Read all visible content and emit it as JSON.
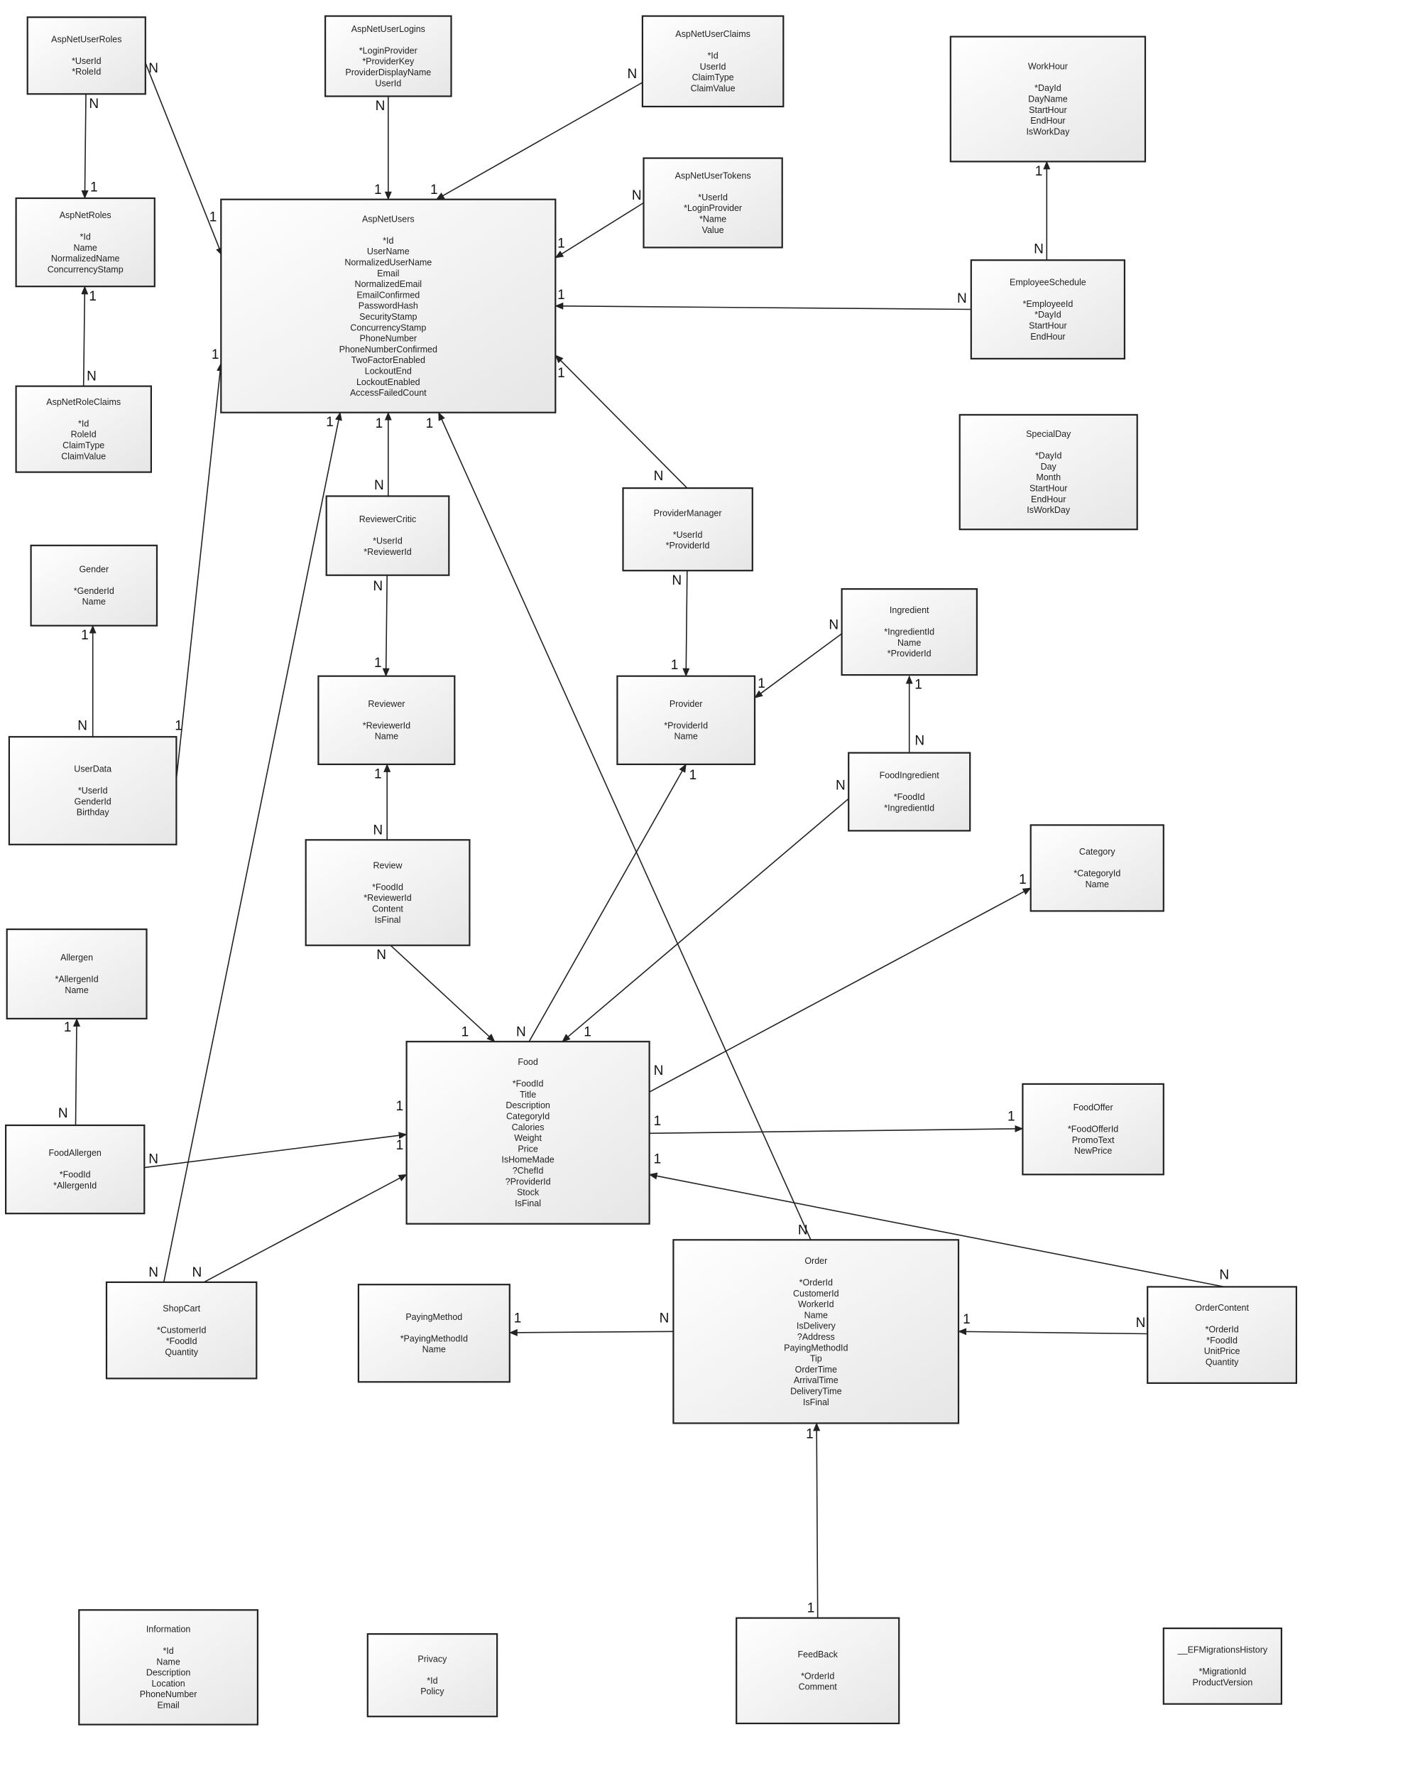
{
  "entities": [
    {
      "id": "AspNetUserRoles",
      "title": "AspNetUserRoles",
      "fields": [
        "*UserId",
        "*RoleId"
      ]
    },
    {
      "id": "AspNetUserLogins",
      "title": "AspNetUserLogins",
      "fields": [
        "*LoginProvider",
        "*ProviderKey",
        "ProviderDisplayName",
        "UserId"
      ]
    },
    {
      "id": "AspNetUserClaims",
      "title": "AspNetUserClaims",
      "fields": [
        "*Id",
        "UserId",
        "ClaimType",
        "ClaimValue"
      ]
    },
    {
      "id": "WorkHour",
      "title": "WorkHour",
      "fields": [
        "*DayId",
        "DayName",
        "StartHour",
        "EndHour",
        "IsWorkDay"
      ]
    },
    {
      "id": "AspNetRoles",
      "title": "AspNetRoles",
      "fields": [
        "*Id",
        "Name",
        "NormalizedName",
        "ConcurrencyStamp"
      ]
    },
    {
      "id": "AspNetUsers",
      "title": "AspNetUsers",
      "fields": [
        "*Id",
        "UserName",
        "NormalizedUserName",
        "Email",
        "NormalizedEmail",
        "EmailConfirmed",
        "PasswordHash",
        "SecurityStamp",
        "ConcurrencyStamp",
        "PhoneNumber",
        "PhoneNumberConfirmed",
        "TwoFactorEnabled",
        "LockoutEnd",
        "LockoutEnabled",
        "AccessFailedCount"
      ]
    },
    {
      "id": "AspNetUserTokens",
      "title": "AspNetUserTokens",
      "fields": [
        "*UserId",
        "*LoginProvider",
        "*Name",
        "Value"
      ]
    },
    {
      "id": "EmployeeSchedule",
      "title": "EmployeeSchedule",
      "fields": [
        "*EmployeeId",
        "*DayId",
        "StartHour",
        "EndHour"
      ]
    },
    {
      "id": "AspNetRoleClaims",
      "title": "AspNetRoleClaims",
      "fields": [
        "*Id",
        "RoleId",
        "ClaimType",
        "ClaimValue"
      ]
    },
    {
      "id": "SpecialDay",
      "title": "SpecialDay",
      "fields": [
        "*DayId",
        "Day",
        "Month",
        "StartHour",
        "EndHour",
        "IsWorkDay"
      ]
    },
    {
      "id": "ReviewerCritic",
      "title": "ReviewerCritic",
      "fields": [
        "*UserId",
        "*ReviewerId"
      ]
    },
    {
      "id": "ProviderManager",
      "title": "ProviderManager",
      "fields": [
        "*UserId",
        "*ProviderId"
      ]
    },
    {
      "id": "Gender",
      "title": "Gender",
      "fields": [
        "*GenderId",
        "Name"
      ]
    },
    {
      "id": "Ingredient",
      "title": "Ingredient",
      "fields": [
        "*IngredientId",
        "Name",
        "*ProviderId"
      ]
    },
    {
      "id": "Reviewer",
      "title": "Reviewer",
      "fields": [
        "*ReviewerId",
        "Name"
      ]
    },
    {
      "id": "Provider",
      "title": "Provider",
      "fields": [
        "*ProviderId",
        "Name"
      ]
    },
    {
      "id": "UserData",
      "title": "UserData",
      "fields": [
        "*UserId",
        "GenderId",
        "Birthday"
      ]
    },
    {
      "id": "FoodIngredient",
      "title": "FoodIngredient",
      "fields": [
        "*FoodId",
        "*IngredientId"
      ]
    },
    {
      "id": "Review",
      "title": "Review",
      "fields": [
        "*FoodId",
        "*ReviewerId",
        "Content",
        "IsFinal"
      ]
    },
    {
      "id": "Category",
      "title": "Category",
      "fields": [
        "*CategoryId",
        "Name"
      ]
    },
    {
      "id": "Allergen",
      "title": "Allergen",
      "fields": [
        "*AllergenId",
        "Name"
      ]
    },
    {
      "id": "Food",
      "title": "Food",
      "fields": [
        "*FoodId",
        "Title",
        "Description",
        "CategoryId",
        "Calories",
        "Weight",
        "Price",
        "IsHomeMade",
        "?ChefId",
        "?ProviderId",
        "Stock",
        "IsFinal"
      ]
    },
    {
      "id": "FoodOffer",
      "title": "FoodOffer",
      "fields": [
        "*FoodOfferId",
        "PromoText",
        "NewPrice"
      ]
    },
    {
      "id": "FoodAllergen",
      "title": "FoodAllergen",
      "fields": [
        "*FoodId",
        "*AllergenId"
      ]
    },
    {
      "id": "ShopCart",
      "title": "ShopCart",
      "fields": [
        "*CustomerId",
        "*FoodId",
        "Quantity"
      ]
    },
    {
      "id": "PayingMethod",
      "title": "PayingMethod",
      "fields": [
        "*PayingMethodId",
        "Name"
      ]
    },
    {
      "id": "Order",
      "title": "Order",
      "fields": [
        "*OrderId",
        "CustomerId",
        "WorkerId",
        "Name",
        "IsDelivery",
        "?Address",
        "PayingMethodId",
        "Tip",
        "OrderTime",
        "ArrivalTime",
        "DeliveryTime",
        "IsFinal"
      ]
    },
    {
      "id": "OrderContent",
      "title": "OrderContent",
      "fields": [
        "*OrderId",
        "*FoodId",
        "UnitPrice",
        "Quantity"
      ]
    },
    {
      "id": "Information",
      "title": "Information",
      "fields": [
        "*Id",
        "Name",
        "Description",
        "Location",
        "PhoneNumber",
        "Email"
      ]
    },
    {
      "id": "Privacy",
      "title": "Privacy",
      "fields": [
        "*Id",
        "Policy"
      ]
    },
    {
      "id": "FeedBack",
      "title": "FeedBack",
      "fields": [
        "*OrderId",
        "Comment"
      ]
    },
    {
      "id": "EFMigrationsHistory",
      "title": "__EFMigrationsHistory",
      "fields": [
        "*MigrationId",
        "ProductVersion"
      ]
    }
  ],
  "relationships": [
    {
      "from": "AspNetUserRoles",
      "to": "AspNetRoles",
      "from_card": "N",
      "to_card": "1"
    },
    {
      "from": "AspNetUserRoles",
      "to": "AspNetUsers",
      "from_card": "N",
      "to_card": "1"
    },
    {
      "from": "AspNetUserLogins",
      "to": "AspNetUsers",
      "from_card": "N",
      "to_card": "1"
    },
    {
      "from": "AspNetUserClaims",
      "to": "AspNetUsers",
      "from_card": "N",
      "to_card": "1"
    },
    {
      "from": "AspNetUserTokens",
      "to": "AspNetUsers",
      "from_card": "N",
      "to_card": "1"
    },
    {
      "from": "EmployeeSchedule",
      "to": "AspNetUsers",
      "from_card": "N",
      "to_card": "1"
    },
    {
      "from": "EmployeeSchedule",
      "to": "WorkHour",
      "from_card": "N",
      "to_card": "1"
    },
    {
      "from": "AspNetRoleClaims",
      "to": "AspNetRoles",
      "from_card": "N",
      "to_card": "1"
    },
    {
      "from": "ProviderManager",
      "to": "AspNetUsers",
      "from_card": "N",
      "to_card": "1"
    },
    {
      "from": "ProviderManager",
      "to": "Provider",
      "from_card": "N",
      "to_card": "1"
    },
    {
      "from": "ReviewerCritic",
      "to": "AspNetUsers",
      "from_card": "N",
      "to_card": "1"
    },
    {
      "from": "ReviewerCritic",
      "to": "Reviewer",
      "from_card": "N",
      "to_card": "1"
    },
    {
      "from": "UserData",
      "to": "Gender",
      "from_card": "N",
      "to_card": "1"
    },
    {
      "from": "UserData",
      "to": "AspNetUsers",
      "from_card": "1",
      "to_card": "1"
    },
    {
      "from": "Ingredient",
      "to": "Provider",
      "from_card": "N",
      "to_card": "1"
    },
    {
      "from": "FoodIngredient",
      "to": "Ingredient",
      "from_card": "N",
      "to_card": "1"
    },
    {
      "from": "FoodIngredient",
      "to": "Food",
      "from_card": "N",
      "to_card": "1"
    },
    {
      "from": "Review",
      "to": "Reviewer",
      "from_card": "N",
      "to_card": "1"
    },
    {
      "from": "Review",
      "to": "Food",
      "from_card": "N",
      "to_card": "1"
    },
    {
      "from": "Food",
      "to": "Provider",
      "from_card": "N",
      "to_card": "1"
    },
    {
      "from": "Food",
      "to": "Category",
      "from_card": "N",
      "to_card": "1"
    },
    {
      "from": "Food",
      "to": "FoodOffer",
      "from_card": "1",
      "to_card": "1"
    },
    {
      "from": "FoodAllergen",
      "to": "Allergen",
      "from_card": "N",
      "to_card": "1"
    },
    {
      "from": "FoodAllergen",
      "to": "Food",
      "from_card": "N",
      "to_card": "1"
    },
    {
      "from": "ShopCart",
      "to": "Food",
      "from_card": "N",
      "to_card": "1"
    },
    {
      "from": "ShopCart",
      "to": "AspNetUsers",
      "from_card": "N",
      "to_card": "1"
    },
    {
      "from": "Order",
      "to": "AspNetUsers",
      "from_card": "N",
      "to_card": "1"
    },
    {
      "from": "Order",
      "to": "PayingMethod",
      "from_card": "N",
      "to_card": "1"
    },
    {
      "from": "OrderContent",
      "to": "Order",
      "from_card": "N",
      "to_card": "1"
    },
    {
      "from": "OrderContent",
      "to": "Food",
      "from_card": "N",
      "to_card": "1"
    },
    {
      "from": "FeedBack",
      "to": "Order",
      "from_card": "1",
      "to_card": "1"
    }
  ]
}
